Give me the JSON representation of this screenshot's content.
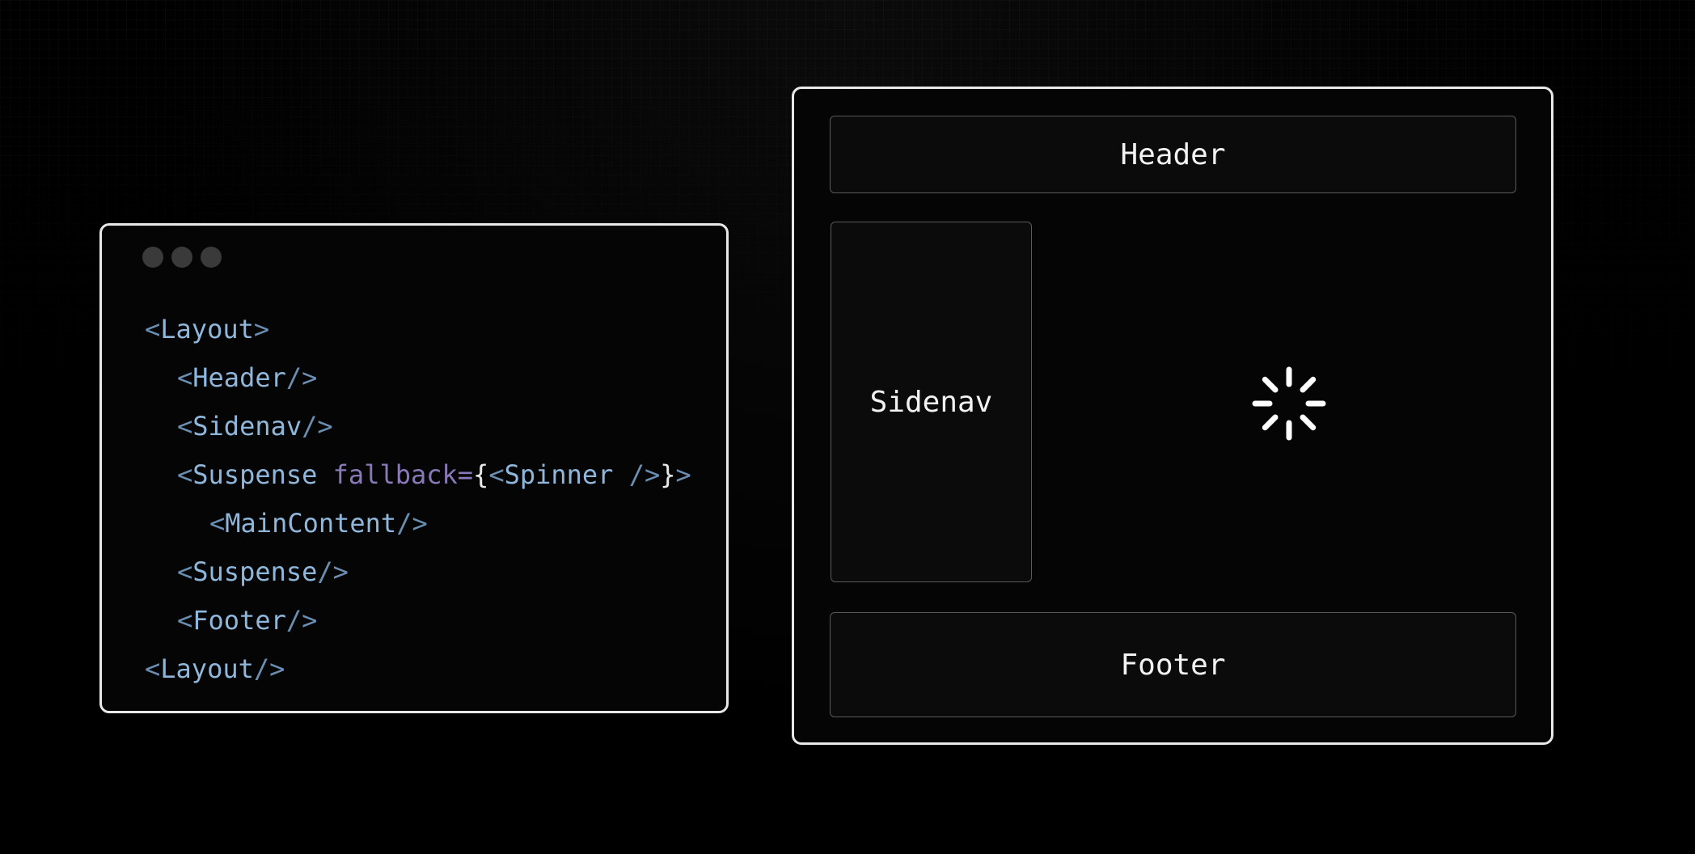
{
  "code_window": {
    "lines": [
      {
        "indent": 0,
        "parts": [
          {
            "t": "<",
            "c": "ang"
          },
          {
            "t": "Layout",
            "c": "tag"
          },
          {
            "t": ">",
            "c": "ang"
          }
        ]
      },
      {
        "indent": 1,
        "parts": [
          {
            "t": "<",
            "c": "ang"
          },
          {
            "t": "Header",
            "c": "tag"
          },
          {
            "t": "/>",
            "c": "ang"
          }
        ]
      },
      {
        "indent": 1,
        "parts": [
          {
            "t": "<",
            "c": "ang"
          },
          {
            "t": "Sidenav",
            "c": "tag"
          },
          {
            "t": "/>",
            "c": "ang"
          }
        ]
      },
      {
        "indent": 1,
        "parts": [
          {
            "t": "<",
            "c": "ang"
          },
          {
            "t": "Suspense",
            "c": "tag"
          },
          {
            "t": " fallback=",
            "c": "attr"
          },
          {
            "t": "{",
            "c": "brace"
          },
          {
            "t": "<",
            "c": "ang"
          },
          {
            "t": "Spinner",
            "c": "tag"
          },
          {
            "t": " />",
            "c": "ang"
          },
          {
            "t": "}",
            "c": "brace"
          },
          {
            "t": ">",
            "c": "ang"
          }
        ]
      },
      {
        "indent": 2,
        "parts": [
          {
            "t": "<",
            "c": "ang"
          },
          {
            "t": "MainContent",
            "c": "tag"
          },
          {
            "t": "/>",
            "c": "ang"
          }
        ]
      },
      {
        "indent": 1,
        "parts": [
          {
            "t": "<",
            "c": "ang"
          },
          {
            "t": "Suspense",
            "c": "tag"
          },
          {
            "t": "/>",
            "c": "ang"
          }
        ]
      },
      {
        "indent": 1,
        "parts": [
          {
            "t": "<",
            "c": "ang"
          },
          {
            "t": "Footer",
            "c": "tag"
          },
          {
            "t": "/>",
            "c": "ang"
          }
        ]
      },
      {
        "indent": 0,
        "parts": [
          {
            "t": "<",
            "c": "ang"
          },
          {
            "t": "Layout",
            "c": "tag"
          },
          {
            "t": "/>",
            "c": "ang"
          }
        ]
      }
    ]
  },
  "preview": {
    "header_label": "Header",
    "sidenav_label": "Sidenav",
    "footer_label": "Footer",
    "main_icon": "loading-spinner-icon"
  },
  "colors": {
    "border": "#e8e8e8",
    "tag": "#8fb7dc",
    "angle": "#6a8fb3",
    "attribute": "#8a79b8",
    "brace": "#e8e8e8"
  }
}
